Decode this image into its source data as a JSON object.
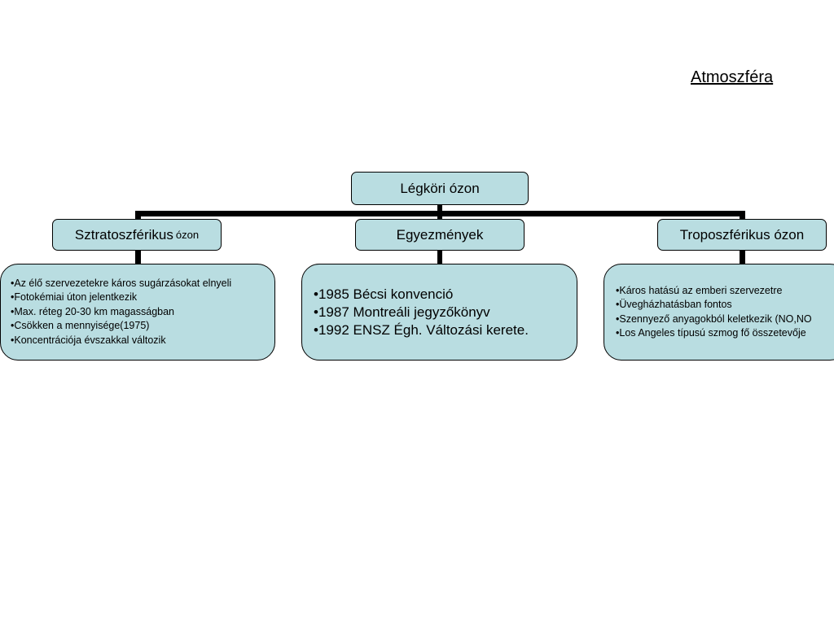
{
  "title": "Atmoszféra",
  "root": {
    "label": "Légköri ózon"
  },
  "branches": [
    {
      "label": "Sztratoszférikus",
      "label_suffix": "ózon",
      "items": [
        "•Az élő szervezetekre káros sugárzásokat elnyeli",
        "•Fotokémiai úton jelentkezik",
        "•Max. réteg 20-30 km magasságban",
        "•Csökken a mennyisége(1975)",
        "•Koncentrációja évszakkal változik"
      ]
    },
    {
      "label": "Egyezmények",
      "items": [
        "•1985 Bécsi konvenció",
        "•1987 Montreáli jegyzőkönyv",
        "•1992 ENSZ Égh. Változási kerete."
      ]
    },
    {
      "label": "Troposzférikus ózon",
      "items": [
        "•Káros hatású az emberi szervezetre",
        "•Üvegházhatásban fontos",
        "•Szennyező anyagokból keletkezik (NO,NO",
        "•Los Angeles típusú szmog fő összetevője"
      ]
    }
  ],
  "colors": {
    "box_fill": "#b9dde1",
    "border": "#000000",
    "connector": "#000000"
  }
}
